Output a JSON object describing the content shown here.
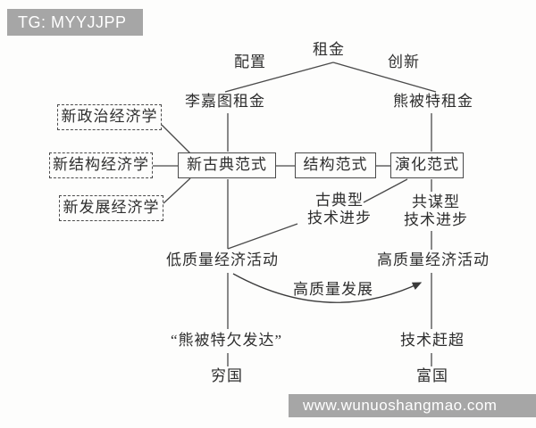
{
  "colors": {
    "background": "#fdfdfc",
    "text": "#2e2e2e",
    "line": "#4a4a4a",
    "watermark_bg": "#a6a6a6",
    "watermark_text": "#ffffff"
  },
  "watermarks": {
    "top_left": "TG: MYYJJPP",
    "bottom_right": "www.wunuoshangmao.com"
  },
  "diagram": {
    "rent_tree": {
      "root": "租金",
      "left_edge_label": "配置",
      "right_edge_label": "创新",
      "left_child": "李嘉图租金",
      "right_child": "熊被特租金"
    },
    "school_boxes": [
      {
        "label": "新政治经济学"
      },
      {
        "label": "新结构经济学"
      },
      {
        "label": "新发展经济学"
      }
    ],
    "paradigm_boxes": [
      {
        "label": "新古典范式"
      },
      {
        "label": "结构范式"
      },
      {
        "label": "演化范式"
      }
    ],
    "tech_progress": {
      "classical": {
        "line1": "古典型",
        "line2": "技术进步"
      },
      "collusive": {
        "line1": "共谋型",
        "line2": "技术进步"
      }
    },
    "activities": {
      "low_quality": "低质量经济活动",
      "high_quality": "高质量经济活动",
      "arrow_label": "高质量发展"
    },
    "bottom": {
      "left_state": "“熊被特欠发达”",
      "right_state": "技术赶超",
      "left_country": "穷国",
      "right_country": "富国"
    }
  }
}
